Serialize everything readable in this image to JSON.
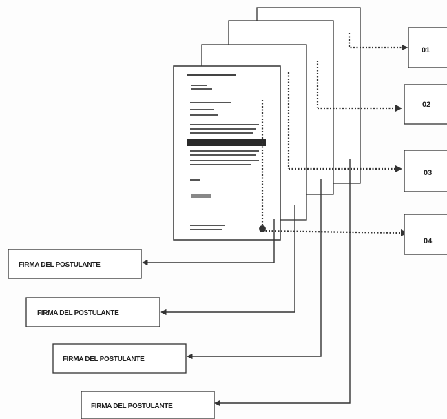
{
  "signature_labels": [
    "FIRMA DEL POSTULANTE",
    "FIRMA DEL POSTULANTE",
    "FIRMA DEL POSTULANTE",
    "FIRMA DEL POSTULANTE"
  ],
  "page_numbers": [
    "01",
    "02",
    "03",
    "04"
  ],
  "colors": {
    "stroke": "#333333",
    "text": "#222222",
    "document_bar": "#2a2a2a",
    "background": "#fdfdfd"
  }
}
